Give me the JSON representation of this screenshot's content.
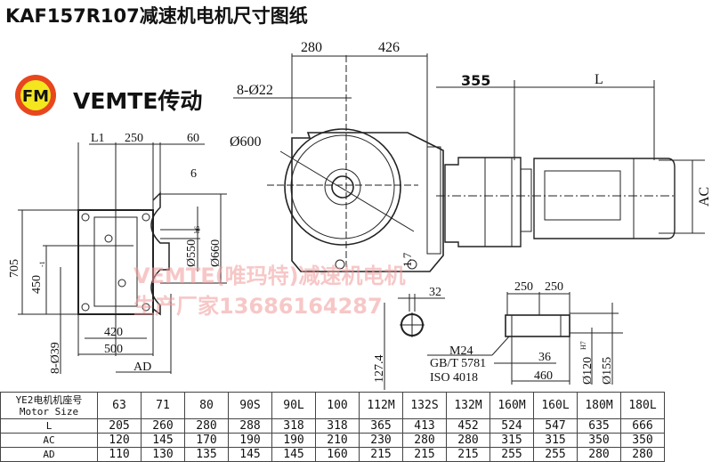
{
  "title": "KAF157R107减速机电机尺寸图纸",
  "brand": {
    "logo_text": "FM",
    "name": "VEMTE传动",
    "ring_color": "#e8461e",
    "fill_color": "#f4e61e"
  },
  "watermark": {
    "line1": "VEMTE(唯玛特)减速机电机",
    "line2": "生产厂家13686164287"
  },
  "left_view": {
    "L1": "L1",
    "d250": "250",
    "d60": "60",
    "d6": "6",
    "d705": "705",
    "d450": "450",
    "d450_tol": "-1",
    "d550": "Ø550",
    "d550_tol": "h6",
    "d660": "Ø660",
    "d420": "420",
    "d500": "500",
    "AD": "AD",
    "holes": "8-Ø39"
  },
  "main_view": {
    "d280": "280",
    "d426": "426",
    "holes": "8-Ø22",
    "d600": "Ø600",
    "d355": "355",
    "L": "L",
    "AC": "AC",
    "angle": "1.7"
  },
  "shaft_view": {
    "d32": "32",
    "d127": "127.4"
  },
  "shaft_detail": {
    "d250a": "250",
    "d250b": "250",
    "thread": "M24",
    "std1": "GB/T  5781",
    "std2": "ISO  4018",
    "d36": "36",
    "d460": "460",
    "d120": "Ø120",
    "d120_tol": "H7",
    "d155": "Ø155"
  },
  "table": {
    "header_cn": "YE2电机机座号",
    "header_en": "Motor Size",
    "sizes": [
      "63",
      "71",
      "80",
      "90S",
      "90L",
      "100",
      "112M",
      "132S",
      "132M",
      "160M",
      "160L",
      "180M",
      "180L"
    ],
    "rows": [
      {
        "label": "L",
        "values": [
          "205",
          "260",
          "280",
          "288",
          "318",
          "318",
          "365",
          "413",
          "452",
          "524",
          "547",
          "635",
          "666"
        ]
      },
      {
        "label": "AC",
        "values": [
          "120",
          "145",
          "170",
          "190",
          "190",
          "210",
          "230",
          "280",
          "280",
          "315",
          "315",
          "350",
          "350"
        ]
      },
      {
        "label": "AD",
        "values": [
          "110",
          "130",
          "135",
          "145",
          "145",
          "160",
          "215",
          "215",
          "215",
          "255",
          "255",
          "280",
          "280"
        ]
      }
    ]
  }
}
